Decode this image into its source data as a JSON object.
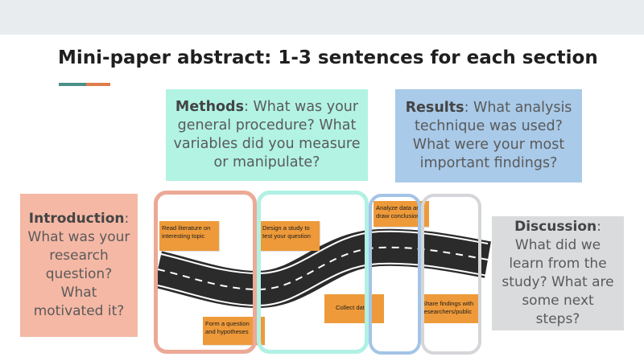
{
  "title": "Mini-paper abstract: 1-3 sentences for each section",
  "colors": {
    "methods": "#b2f3e3",
    "results": "#a9cae9",
    "introduction": "#f5b8a5",
    "discussion": "#dadbdd",
    "accent_teal": "#4a8f88",
    "accent_orange": "#e07c4a",
    "sticky_note": "#ee9a3a",
    "road": "#2b2b2b"
  },
  "sections": {
    "methods": {
      "heading": "Methods",
      "body": ": What was your general procedure? What variables did you measure or manipulate?"
    },
    "results": {
      "heading": "Results",
      "body": ": What analysis technique was used? What were your most important findings?"
    },
    "introduction": {
      "heading": "Introduction",
      "body": ": What was your research question? What motivated it?"
    },
    "discussion": {
      "heading": "Discussion",
      "body": ": What did we learn from the study? What are some next steps?"
    }
  },
  "notes": {
    "read": [
      "Read literature on",
      "interesting topic"
    ],
    "design": [
      "Design a study to",
      "test your question"
    ],
    "analyze": [
      "Analyze data and",
      "draw conclusions"
    ],
    "form": [
      "Form a question",
      "and hypotheses"
    ],
    "collect": [
      "Collect data"
    ],
    "share": [
      "Share findings with",
      "researchers/public"
    ]
  }
}
